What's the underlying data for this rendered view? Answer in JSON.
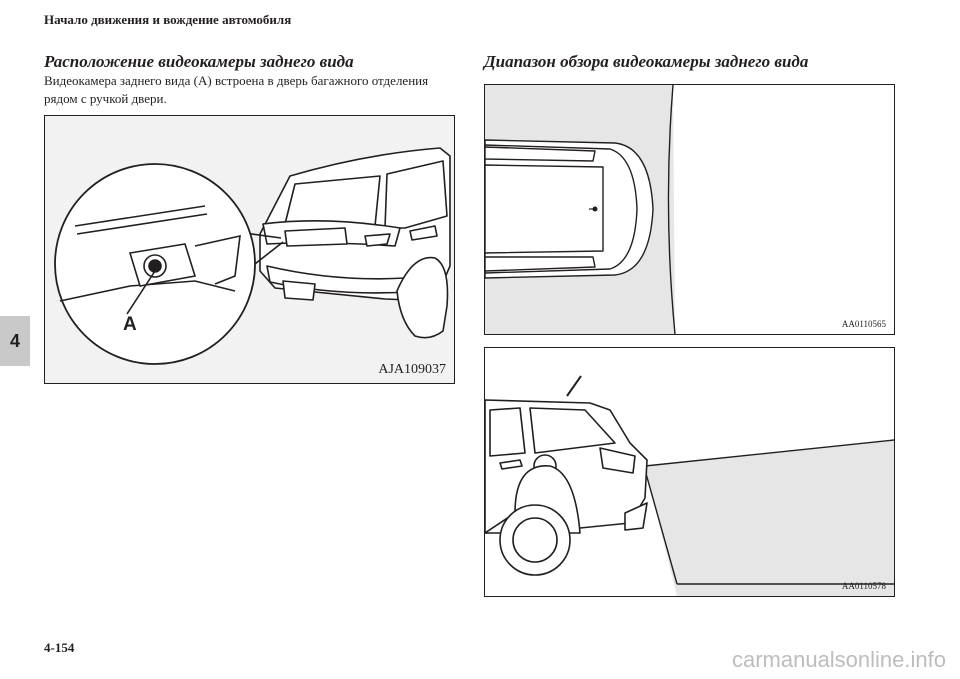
{
  "header": {
    "running_head": "Начало движения и вождение автомобиля"
  },
  "section_left": {
    "heading": "Расположение видеокамеры заднего вида",
    "body": "Видеокамера заднего вида (A) встроена в дверь багажного отделения рядом с ручкой двери."
  },
  "section_right": {
    "heading": "Диапазон обзора видеокамеры заднего вида"
  },
  "figures": {
    "camera_location": {
      "callout": "A",
      "code": "AJA109037"
    },
    "top_view": {
      "code": "AA0110565"
    },
    "side_view": {
      "code": "AA0110578"
    }
  },
  "chapter_tab": "4",
  "footer": {
    "page_number": "4-154"
  },
  "watermark": "carmanualsonline.info"
}
